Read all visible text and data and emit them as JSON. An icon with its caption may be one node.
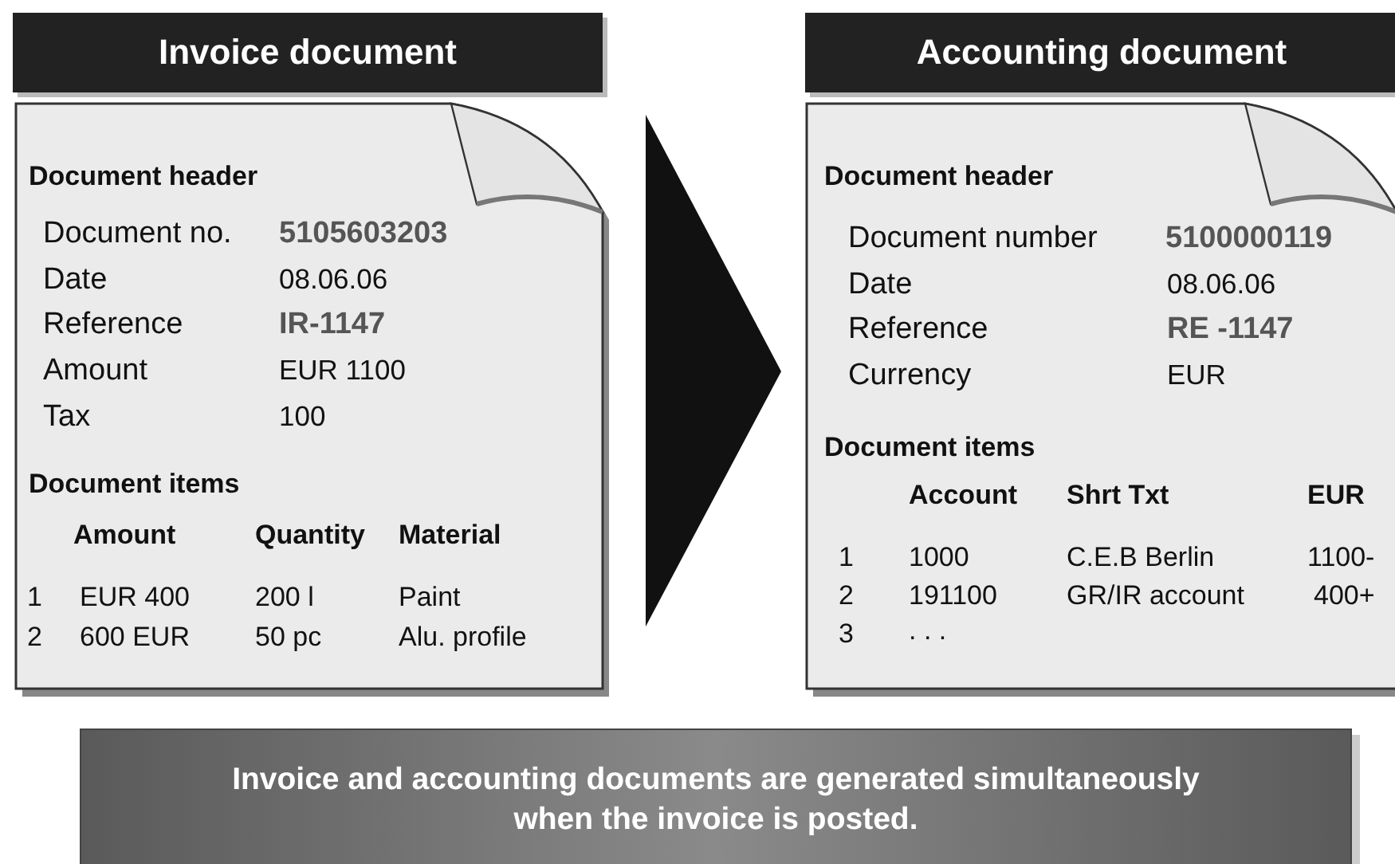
{
  "diagram": {
    "nodes": [
      {
        "text": [
          "Invoice document"
        ]
      },
      {
        "text": [
          "Document header",
          "Document no.",
          "5105603203",
          "Date",
          "08.06.06",
          "Reference",
          "IR-1147",
          "Amount",
          "EUR 1100",
          "Tax",
          "100",
          "Document items",
          "Amount",
          "Quantity",
          "Material",
          "1",
          "EUR 400",
          "200 l",
          "Paint",
          "2",
          "600 EUR",
          "50 pc",
          "Alu. profile"
        ]
      },
      {
        "text": [
          "Accounting document"
        ]
      },
      {
        "text": [
          "Document header",
          "Document number",
          "5100000119",
          "Date",
          "08.06.06",
          "Reference",
          "RE -1147",
          "Currency",
          "EUR",
          "Document items",
          "Account",
          "Shrt Txt",
          "EUR",
          "1",
          "1000",
          "C.E.B Berlin",
          "1100-",
          "2",
          "191100",
          "GR/IR account",
          "400+",
          "3",
          ". . ."
        ]
      },
      {
        "text": [
          "Invoice and accounting documents are generated simultaneously when the invoice is posted."
        ]
      }
    ],
    "edges": [
      {
        "from": 1,
        "to": 3,
        "arrow": "to"
      }
    ]
  }
}
